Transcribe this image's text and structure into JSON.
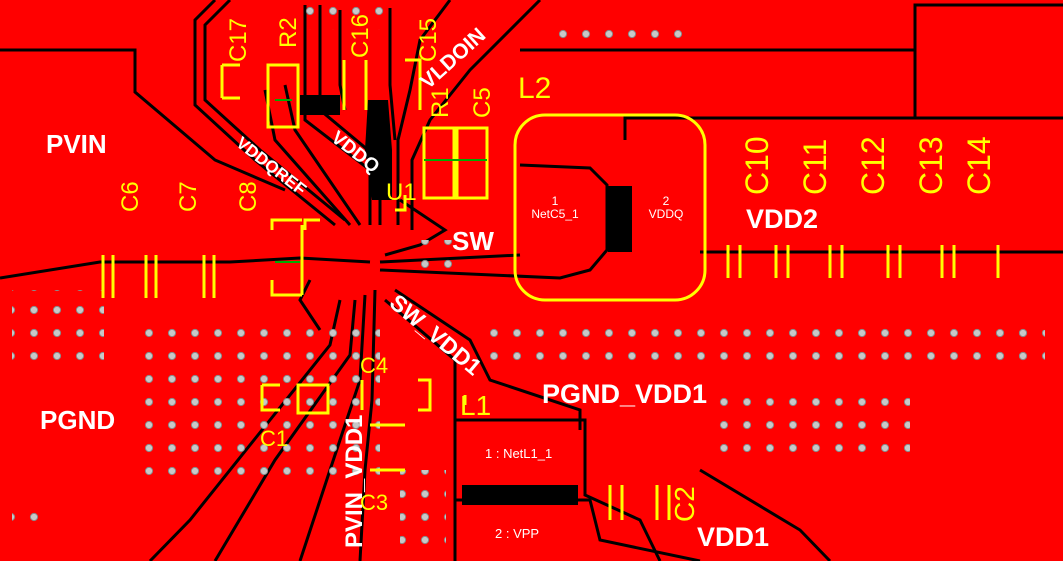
{
  "colors": {
    "copper": "#ff0000",
    "trace_gap": "#000000",
    "silkscreen": "#ffff00",
    "label": "#ffffff",
    "via": "#aaaaaa"
  },
  "net_labels": {
    "pvin": "PVIN",
    "pgnd": "PGND",
    "vddqref": "VDDQREF",
    "vddq": "VDDQ",
    "vldoin": "VLDOIN",
    "sw": "SW",
    "vdd2": "VDD2",
    "sw_vdd1": "SW_VDD1",
    "pvin_vdd1": "PVIN_VDD1",
    "pgnd_vdd1": "PGND_VDD1",
    "vdd1": "VDD1"
  },
  "refdes": {
    "c17": "C17",
    "r2": "R2",
    "c16": "C16",
    "c15": "C15",
    "r1": "R1",
    "c5": "C5",
    "l2": "L2",
    "c6": "C6",
    "c7": "C7",
    "c8": "C8",
    "u1": "U1",
    "c10": "C10",
    "c11": "C11",
    "c12": "C12",
    "c13": "C13",
    "c14": "C14",
    "c4": "C4",
    "c1": "C1",
    "l1": "L1",
    "c3": "C3",
    "c2": "C2"
  },
  "pads": {
    "l2_pad1_num": "1",
    "l2_pad1_net": "NetC5_1",
    "l2_pad2_num": "2",
    "l2_pad2_net": "VDDQ",
    "l1_pad1": "1 : NetL1_1",
    "l1_pad2": "2 : VPP"
  }
}
